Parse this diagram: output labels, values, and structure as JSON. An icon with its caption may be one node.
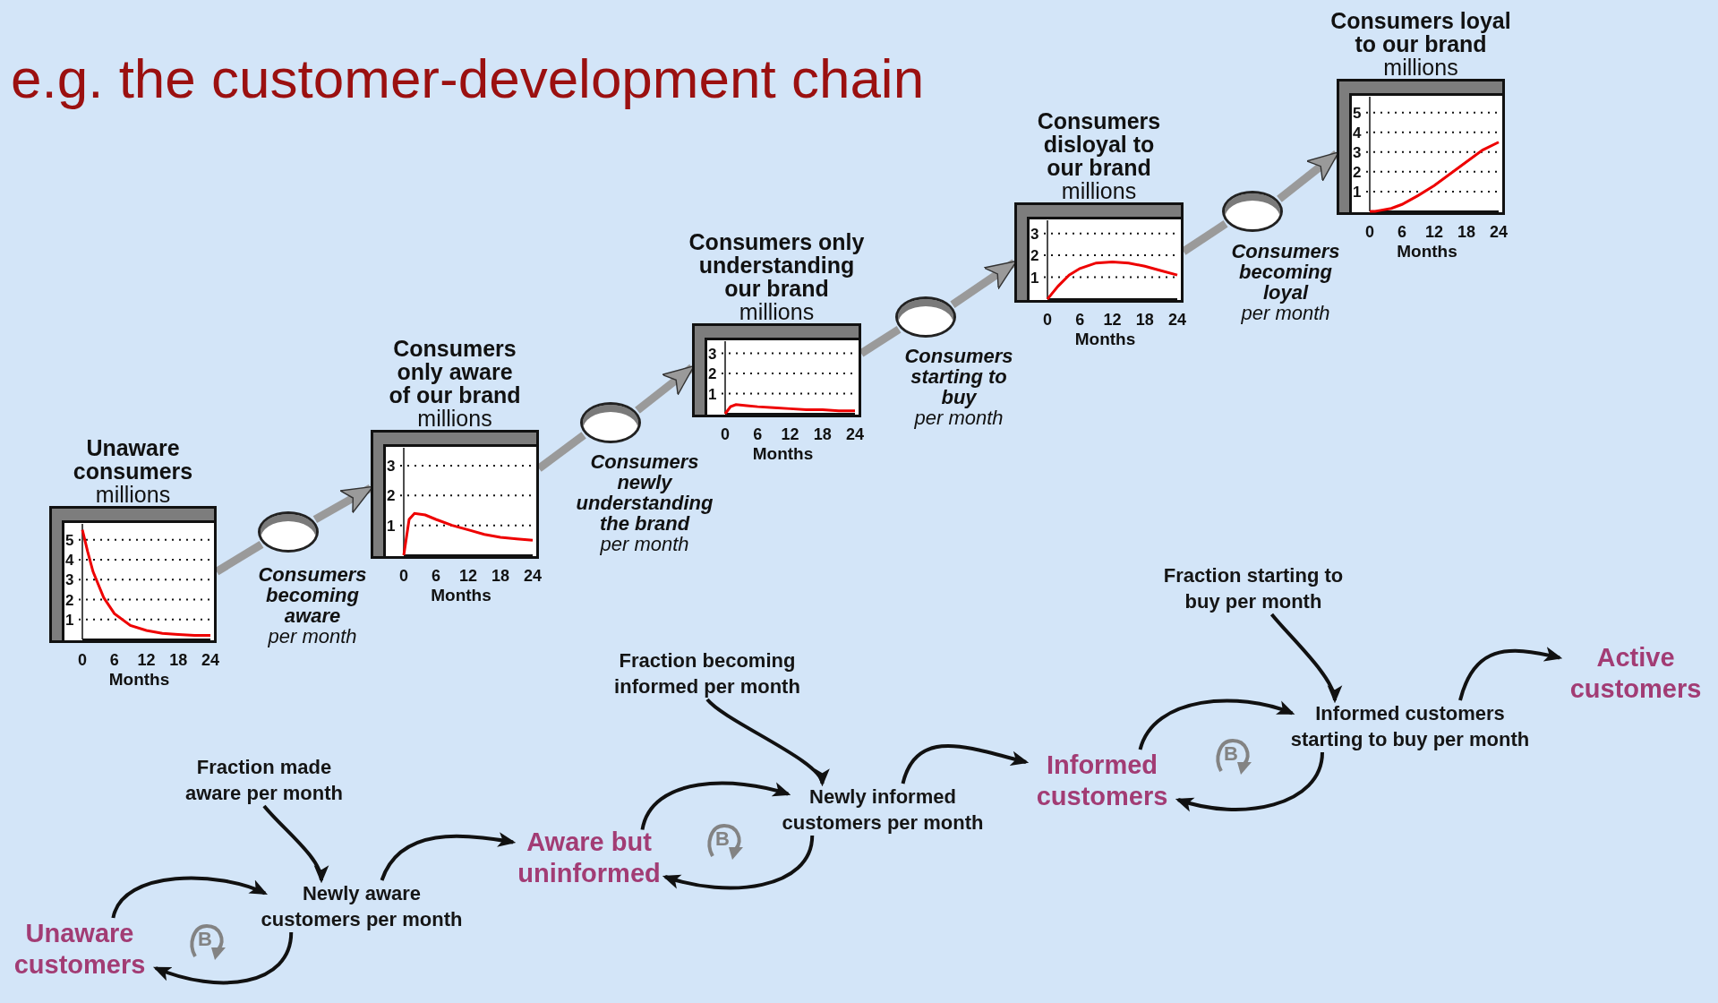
{
  "diagram": {
    "title": "e.g. the customer-development chain",
    "nodes": [
      {
        "text": [
          "Unaware consumers",
          "millions"
        ]
      },
      {
        "text": [],
        "shape": "ellipse",
        "beside": [
          "Consumers becoming aware",
          "per month"
        ]
      },
      {
        "text": [
          "Consumers only aware of our brand",
          "millions"
        ]
      },
      {
        "text": [],
        "shape": "ellipse",
        "beside": [
          "Consumers newly understanding the brand",
          "per month"
        ]
      },
      {
        "text": [
          "Consumers only understanding our brand",
          "millions"
        ]
      },
      {
        "text": [],
        "shape": "ellipse",
        "beside": [
          "Consumers starting to buy",
          "per month"
        ]
      },
      {
        "text": [
          "Consumers disloyal to our brand",
          "millions"
        ]
      },
      {
        "text": [],
        "shape": "ellipse",
        "beside": [
          "Consumers becoming loyal",
          "per month"
        ]
      },
      {
        "text": [
          "Consumers loyal to our brand",
          "millions"
        ]
      },
      {
        "text": [
          "Unaware customers"
        ]
      },
      {
        "text": [
          "Fraction made aware per month"
        ]
      },
      {
        "text": [
          "Newly aware customers per month"
        ]
      },
      {
        "text": [
          "Aware but uninformed"
        ]
      },
      {
        "text": [
          "Fraction becoming informed per month"
        ]
      },
      {
        "text": [
          "Newly informed customers per month"
        ]
      },
      {
        "text": [
          "Informed customers"
        ]
      },
      {
        "text": [
          "Fraction starting to buy per month"
        ]
      },
      {
        "text": [
          "Informed customers starting to buy per month"
        ]
      },
      {
        "text": [
          "Active customers"
        ]
      }
    ],
    "edges": [
      {
        "from": 0,
        "to": 1,
        "arrow": "none",
        "style": "thick",
        "color": "#9a9a9a"
      },
      {
        "from": 1,
        "to": 2,
        "arrow": "to",
        "style": "thick",
        "color": "#9a9a9a"
      },
      {
        "from": 2,
        "to": 3,
        "arrow": "none",
        "style": "thick",
        "color": "#9a9a9a"
      },
      {
        "from": 3,
        "to": 4,
        "arrow": "to",
        "style": "thick",
        "color": "#9a9a9a"
      },
      {
        "from": 4,
        "to": 5,
        "arrow": "none",
        "style": "thick",
        "color": "#9a9a9a"
      },
      {
        "from": 5,
        "to": 6,
        "arrow": "to",
        "style": "thick",
        "color": "#9a9a9a"
      },
      {
        "from": 6,
        "to": 7,
        "arrow": "none",
        "style": "thick",
        "color": "#9a9a9a"
      },
      {
        "from": 7,
        "to": 8,
        "arrow": "to",
        "style": "thick",
        "color": "#9a9a9a"
      },
      {
        "from": 9,
        "to": 11,
        "arrow": "to"
      },
      {
        "from": 11,
        "to": 9,
        "arrow": "to"
      },
      {
        "from": 10,
        "to": 11,
        "arrow": "to"
      },
      {
        "from": 11,
        "to": 12,
        "arrow": "to"
      },
      {
        "from": 12,
        "to": 14,
        "arrow": "to"
      },
      {
        "from": 14,
        "to": 12,
        "arrow": "to"
      },
      {
        "from": 13,
        "to": 14,
        "arrow": "to"
      },
      {
        "from": 14,
        "to": 15,
        "arrow": "to"
      },
      {
        "from": 15,
        "to": 17,
        "arrow": "to"
      },
      {
        "from": 17,
        "to": 15,
        "arrow": "to"
      },
      {
        "from": 16,
        "to": 17,
        "arrow": "to"
      },
      {
        "from": 17,
        "to": 18,
        "arrow": "to"
      }
    ],
    "labels": [
      "B",
      "B",
      "B"
    ],
    "chart_data": [
      {
        "type": "line",
        "xlabel": "Months",
        "x": [
          0,
          1,
          2,
          4,
          6,
          9,
          12,
          15,
          18,
          21,
          24
        ],
        "series": [
          {
            "color": "#ee0000",
            "values": [
              5.5,
              4.4,
              3.4,
              2.1,
              1.3,
              0.7,
              0.45,
              0.3,
              0.25,
              0.2,
              0.2
            ]
          }
        ],
        "grid": true,
        "xlim": [
          0,
          24
        ],
        "ylim": [
          0,
          5.8
        ],
        "xticks": [
          0,
          6,
          12,
          18,
          24
        ],
        "yticks": [
          1,
          2,
          3,
          4,
          5
        ]
      },
      {
        "type": "line",
        "xlabel": "Months",
        "x": [
          0,
          1,
          2,
          4,
          6,
          9,
          12,
          15,
          18,
          21,
          24
        ],
        "series": [
          {
            "color": "#ee0000",
            "values": [
              0,
              1.2,
              1.4,
              1.35,
              1.2,
              1.0,
              0.85,
              0.7,
              0.6,
              0.55,
              0.5
            ]
          }
        ],
        "grid": true,
        "xlim": [
          0,
          24
        ],
        "ylim": [
          0,
          3.6
        ],
        "xticks": [
          0,
          6,
          12,
          18,
          24
        ],
        "yticks": [
          1,
          2,
          3
        ]
      },
      {
        "type": "line",
        "xlabel": "Months",
        "x": [
          0,
          1,
          2,
          4,
          6,
          9,
          12,
          15,
          18,
          21,
          24
        ],
        "series": [
          {
            "color": "#ee0000",
            "values": [
              0,
              0.35,
              0.45,
              0.4,
              0.35,
              0.3,
              0.25,
              0.2,
              0.2,
              0.15,
              0.15
            ]
          }
        ],
        "grid": true,
        "xlim": [
          0,
          24
        ],
        "ylim": [
          0,
          3.6
        ],
        "xticks": [
          0,
          6,
          12,
          18,
          24
        ],
        "yticks": [
          1,
          2,
          3
        ]
      },
      {
        "type": "line",
        "xlabel": "Months",
        "x": [
          0,
          1,
          2,
          4,
          6,
          9,
          12,
          15,
          18,
          21,
          24
        ],
        "series": [
          {
            "color": "#ee0000",
            "values": [
              0,
              0.3,
              0.6,
              1.1,
              1.4,
              1.65,
              1.7,
              1.65,
              1.5,
              1.3,
              1.1
            ]
          }
        ],
        "grid": true,
        "xlim": [
          0,
          24
        ],
        "ylim": [
          0,
          3.6
        ],
        "xticks": [
          0,
          6,
          12,
          18,
          24
        ],
        "yticks": [
          1,
          2,
          3
        ]
      },
      {
        "type": "line",
        "xlabel": "Months",
        "x": [
          0,
          1,
          2,
          4,
          6,
          9,
          12,
          15,
          18,
          21,
          24
        ],
        "series": [
          {
            "color": "#ee0000",
            "values": [
              0,
              0,
              0.05,
              0.15,
              0.35,
              0.8,
              1.3,
              1.9,
              2.5,
              3.1,
              3.5
            ]
          }
        ],
        "grid": true,
        "xlim": [
          0,
          24
        ],
        "ylim": [
          0,
          5.8
        ],
        "xticks": [
          0,
          6,
          12,
          18,
          24
        ],
        "yticks": [
          1,
          2,
          3,
          4,
          5
        ]
      }
    ]
  }
}
